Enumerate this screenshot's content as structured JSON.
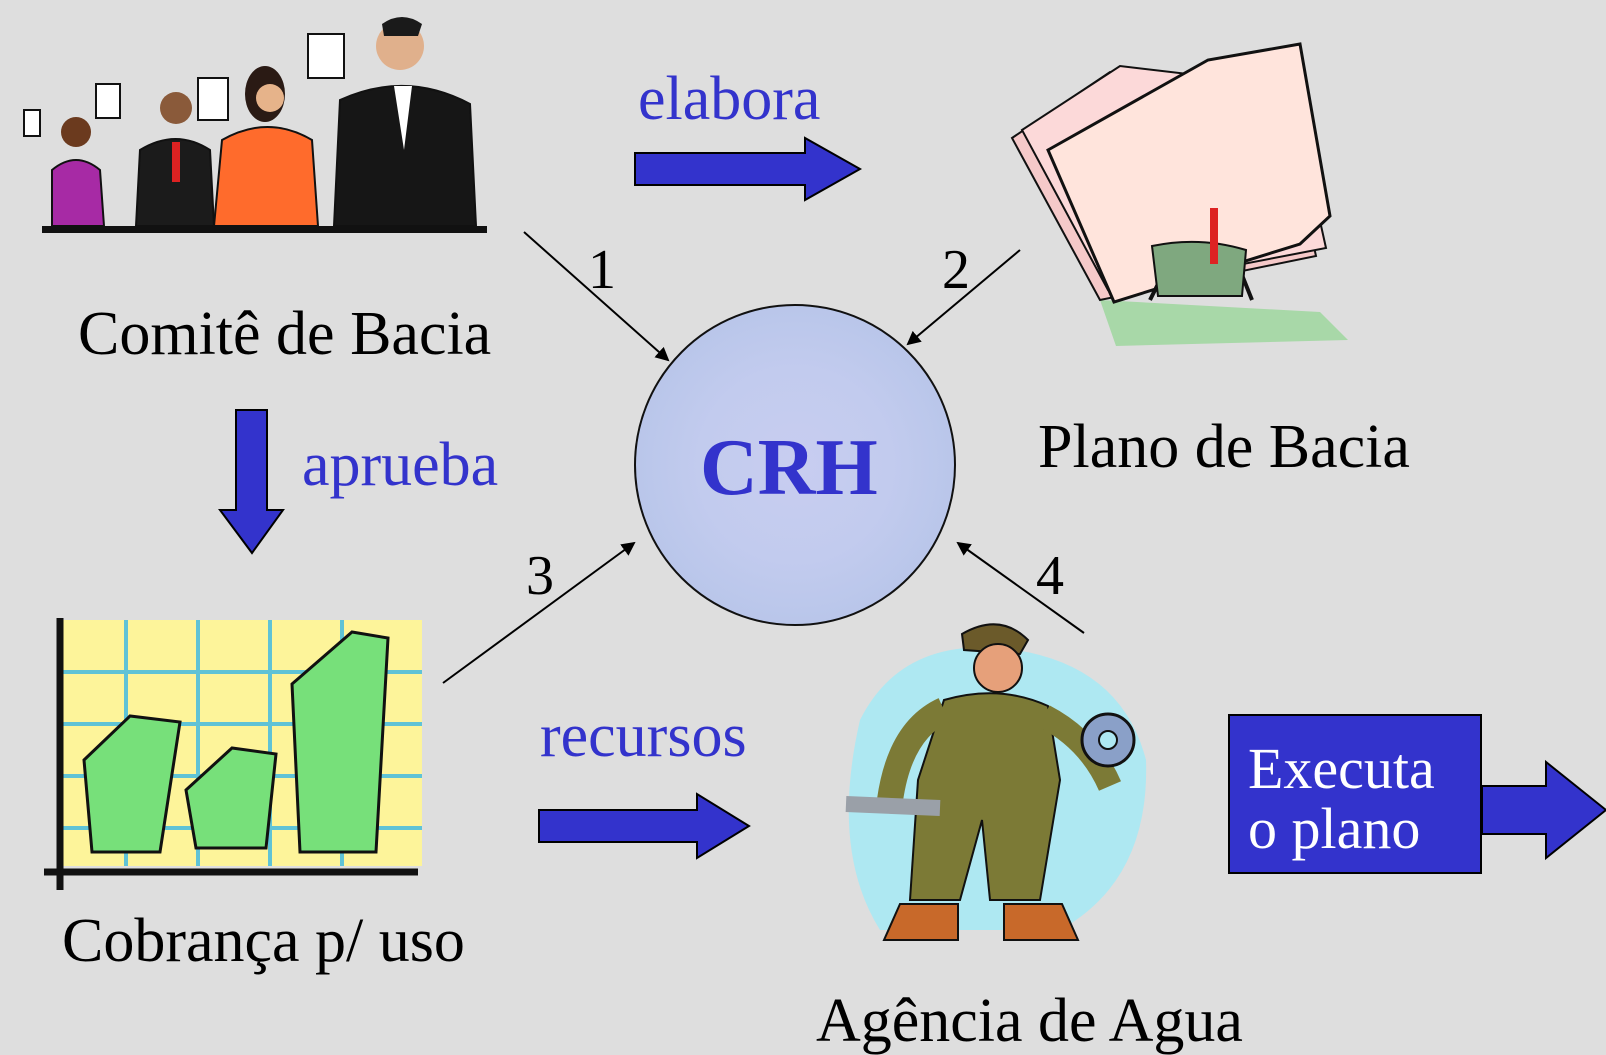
{
  "nodes": {
    "comite": "Comitê de Bacia",
    "plano": "Plano de Bacia",
    "cobranca": "Cobrança p/ uso",
    "agencia": "Agência de Agua",
    "center": "CRH"
  },
  "edges": {
    "elabora": "elabora",
    "aprueba": "aprueba",
    "recursos": "recursos"
  },
  "steps": [
    "1",
    "2",
    "3",
    "4"
  ],
  "execute": {
    "line1": "Executa",
    "line2": "o plano"
  },
  "icons": [
    "voting-people-icon",
    "document-folder-icon",
    "money-chart-icon",
    "worker-tools-icon"
  ],
  "colors": {
    "accent": "#3333cc",
    "background": "#dedede"
  }
}
